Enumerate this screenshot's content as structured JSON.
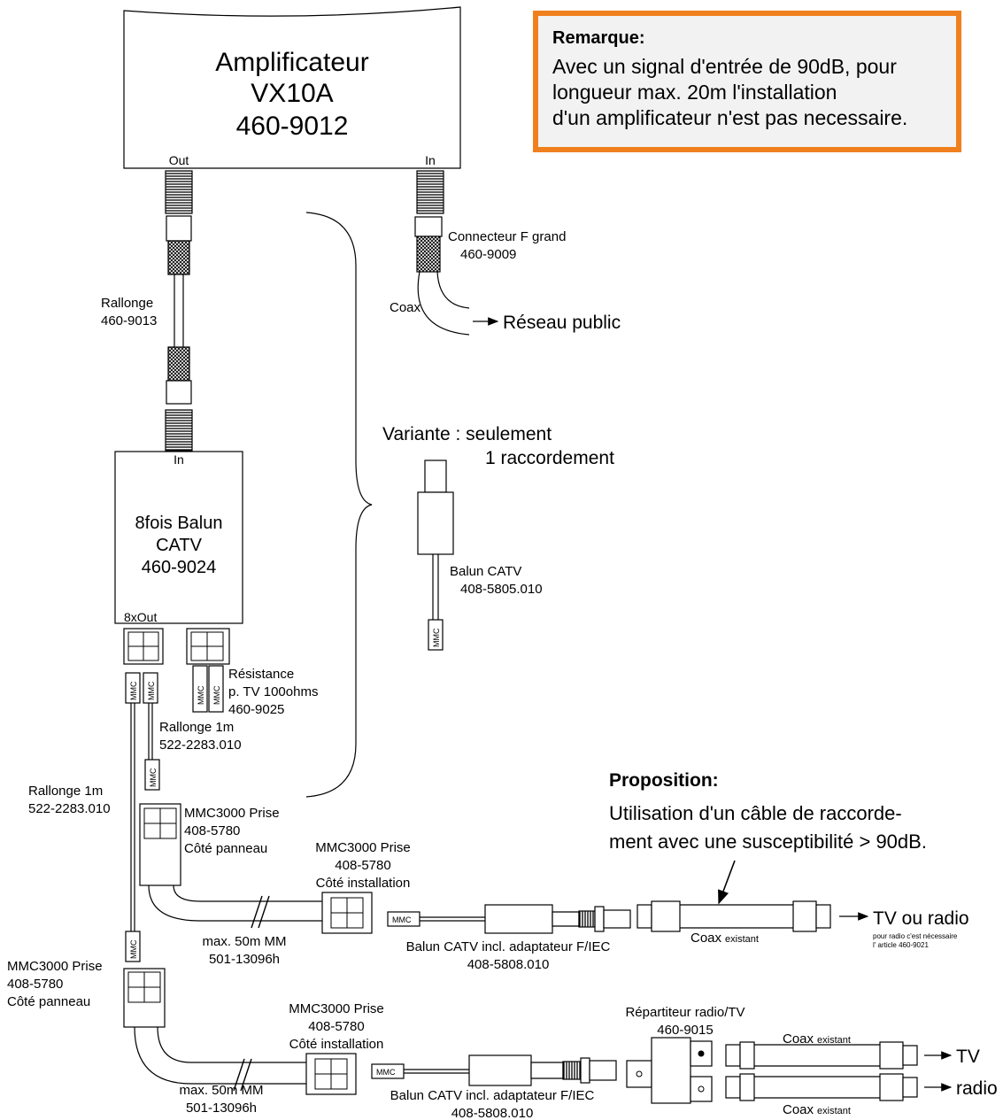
{
  "amplifier": {
    "line1": "Amplificateur",
    "line2": "VX10A",
    "line3": "460-9012",
    "out": "Out",
    "in": "In"
  },
  "remark": {
    "title": "Remarque:",
    "lines": [
      "Avec un signal d'entrée de 90dB, pour",
      "longueur max. 20m l'installation",
      "d'un amplificateur n'est pas necessaire."
    ]
  },
  "connector": {
    "line1": "Connecteur F grand",
    "line2": "460-9009"
  },
  "coax": "Coax",
  "public_network": "Réseau public",
  "extension": {
    "line1": "Rallonge",
    "line2": "460-9013"
  },
  "balun8": {
    "in": "In",
    "line1": "8fois Balun",
    "line2": "CATV",
    "line3": "460-9024",
    "out": "8xOut"
  },
  "variant": {
    "line1": "Variante : seulement",
    "line2": "1 raccordement"
  },
  "balun_catv": {
    "line1": "Balun CATV",
    "line2": "408-5805.010"
  },
  "mmc": "MMC",
  "resistance": {
    "line1": "Résistance",
    "line2": "p. TV 100ohms",
    "line3": "460-9025"
  },
  "rallonge_1m_a": {
    "line1": "Rallonge 1m",
    "line2": "522-2283.010"
  },
  "rallonge_1m_b": {
    "line1": "Rallonge 1m",
    "line2": "522-2283.010"
  },
  "prise_panel_1": {
    "line1": "MMC3000 Prise",
    "line2": "408-5780",
    "line3": "Côté panneau"
  },
  "prise_panel_2": {
    "line1": "MMC3000 Prise",
    "line2": "408-5780",
    "line3": "Côté panneau"
  },
  "prise_install_1": {
    "line1": "MMC3000 Prise",
    "line2": "408-5780",
    "line3": "Côté installation"
  },
  "prise_install_2": {
    "line1": "MMC3000 Prise",
    "line2": "408-5780",
    "line3": "Côté installation"
  },
  "proposition": {
    "title": "Proposition:",
    "line1": "Utilisation d'un câble de raccorde-",
    "line2": "ment avec une susceptibilité > 90dB."
  },
  "cable_1": {
    "line1": "max. 50m MM",
    "line2": "501-13096h"
  },
  "cable_2": {
    "line1": "max. 50m MM",
    "line2": "501-13096h"
  },
  "balun_adapter_1": {
    "line1": "Balun CATV incl. adaptateur F/IEC",
    "line2": "408-5808.010"
  },
  "balun_adapter_2": {
    "line1": "Balun CATV incl. adaptateur F/IEC",
    "line2": "408-5808.010"
  },
  "coax_existing": {
    "main": "Coax",
    "suffix": "existant"
  },
  "tv_radio": "TV ou radio",
  "radio_note": {
    "line1": "pour radio c'est nécessaire",
    "line2": "l' article 460-9021"
  },
  "splitter": {
    "line1": "Répartiteur radio/TV",
    "line2": "460-9015"
  },
  "tv": "TV",
  "radio": "radio"
}
